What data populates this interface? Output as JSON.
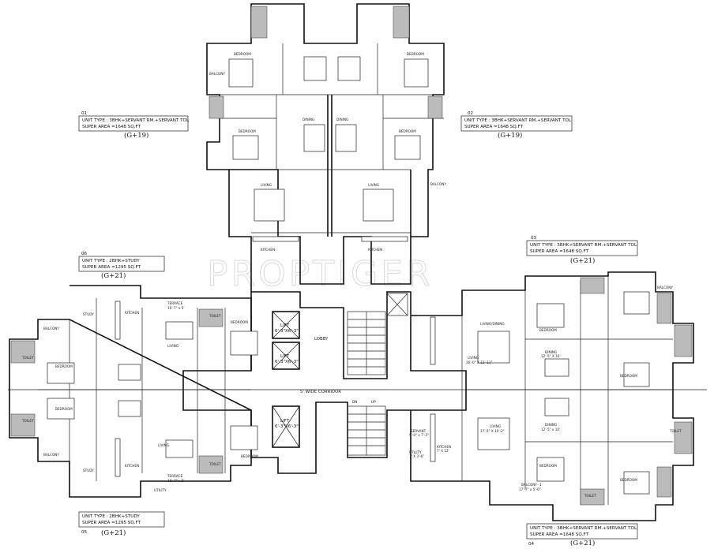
{
  "watermark": "PROPTIGER",
  "core": {
    "lobby": "LOBBY",
    "corridor": "5' WIDE CORRIDOR",
    "lift_label": "LIFT",
    "lift_size": "6'-3\"X6'-3\"",
    "stair_dn": "DN",
    "stair_up": "UP"
  },
  "units": [
    {
      "no": "01",
      "type": "UNIT TYPE : 3BHK+SERVANT RM.+SERVANT TOL",
      "area": "SUPER AREA =1648 SQ.FT",
      "floors": "(G+19)"
    },
    {
      "no": "02",
      "type": "UNIT TYPE : 3BHK+SERVANT RM.+SERVANT TOL",
      "area": "SUPER AREA =1648 SQ.FT",
      "floors": "(G+19)"
    },
    {
      "no": "03",
      "type": "UNIT TYPE : 3BHK+SERVANT RM.+SERVANT TOL",
      "area": "SUPER AREA =1648 SQ.FT",
      "floors": "(G+21)"
    },
    {
      "no": "04",
      "type": "UNIT TYPE : 3BHK+SERVANT RM.+SERVANT TOL",
      "area": "SUPER AREA =1648 SQ.FT",
      "floors": "(G+21)"
    },
    {
      "no": "05",
      "type": "UNIT TYPE : 2BHK+STUDY",
      "area": "SUPER AREA =1295 SQ.FT",
      "floors": "(G+21)"
    },
    {
      "no": "06",
      "type": "UNIT TYPE : 2BHK+STUDY",
      "area": "SUPER AREA =1295 SQ.FT",
      "floors": "(G+21)"
    }
  ],
  "rooms": {
    "bedroom": "BEDROOM",
    "toilet": "TOILET",
    "balcony": "BALCONY",
    "kitchen": "KITCHEN",
    "living": "LIVING",
    "dining": "DINING",
    "study": "STUDY",
    "terrace": "TERRACE",
    "utility": "UTILITY",
    "servant": "SERVANT",
    "living_dining": "LIVING/DINING",
    "balcony_1": "BALCONY -1"
  },
  "dims": {
    "terrace": "10'-7\" x 5'",
    "servant": "9'-0\" x 7'-3\"",
    "balcony_1": "17'-7\" x 5'-6\"",
    "living_4": "17'-5\" X 10'-2\"",
    "dining_4": "12'-5\" x 10'",
    "utility": "7' X 3'-6\"",
    "kitchen": "7' X 12'",
    "dining_1": "12'-5\" X 10'",
    "living_1": "16'-0\" X 12'-11\""
  }
}
